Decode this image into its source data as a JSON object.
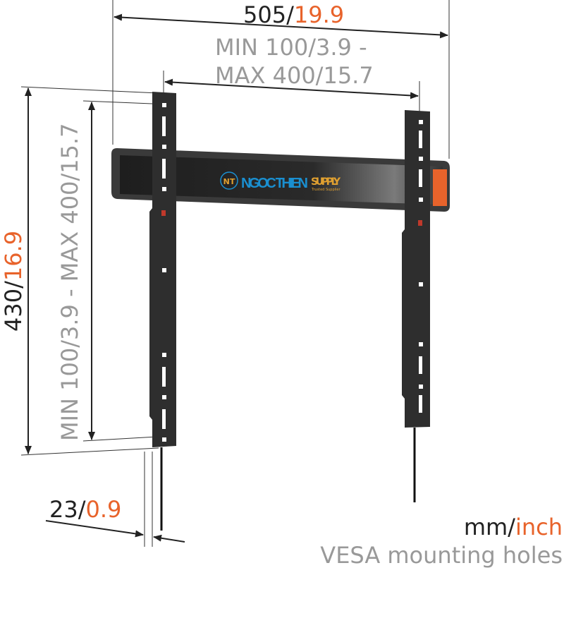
{
  "dimensions": {
    "width_mm": "505/",
    "width_in": "19.9",
    "vesa_h_line1": "MIN 100/3.9 -",
    "vesa_h_line2": "MAX 400/15.7",
    "height_mm": "430/",
    "height_in": "16.9",
    "vesa_v": "MIN 100/3.9 - MAX 400/15.7",
    "depth_mm": "23/",
    "depth_in": "0.9"
  },
  "legend": {
    "unit_mm": "mm/",
    "unit_in": "inch",
    "vesa_label": "VESA mounting holes"
  },
  "logo": {
    "mark": "NT",
    "name": "NGOC THIEN",
    "name2": "SUPPLY",
    "tagline": "Trusted Supplier"
  },
  "colors": {
    "accent": "#e8632b",
    "dimension": "#222222",
    "vesa": "#999999",
    "bracket": "#2e2e2e",
    "logo_blue": "#1a8fd0",
    "logo_gold": "#e0a030"
  }
}
